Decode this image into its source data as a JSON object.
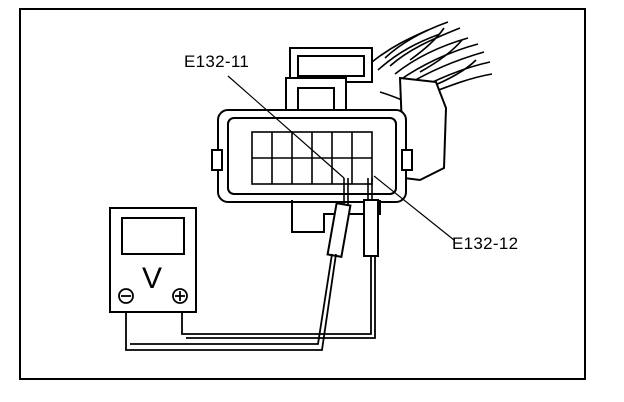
{
  "labels": {
    "pin_11": "E132-11",
    "pin_12": "E132-12"
  },
  "meter": {
    "unit_symbol": "V",
    "negative_terminal": "minus-icon",
    "positive_terminal": "plus-icon"
  }
}
